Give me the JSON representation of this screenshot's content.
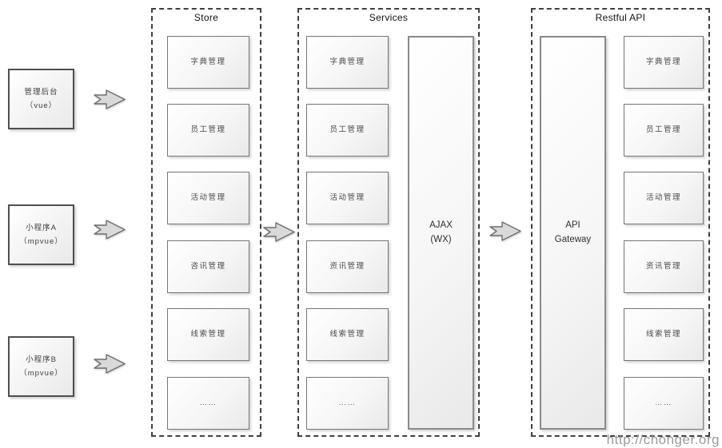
{
  "watermark": "http://chonger.org",
  "clients": [
    {
      "line1": "管理后台",
      "line2": "（vue）"
    },
    {
      "line1": "小程序A",
      "line2": "（mpvue）"
    },
    {
      "line1": "小程序B",
      "line2": "（mpvue）"
    }
  ],
  "columns": [
    {
      "title": "Store",
      "items": [
        "字典管理",
        "员工管理",
        "活动管理",
        "咨讯管理",
        "线索管理",
        "……"
      ]
    },
    {
      "title": "Services",
      "items": [
        "字典管理",
        "员工管理",
        "活动管理",
        "资讯管理",
        "线索管理",
        "……"
      ],
      "tall": {
        "line1": "AJAX",
        "line2": "(WX)"
      }
    },
    {
      "title": "Restful API",
      "items": [
        "字典管理",
        "员工管理",
        "活动管理",
        "资讯管理",
        "线索管理",
        "……"
      ],
      "tall": {
        "line1": "API",
        "line2": "Gateway"
      }
    }
  ],
  "colors": {
    "box_fill_top": "#ffffff",
    "box_fill_bottom": "#e9e9e9",
    "box_border": "#767676",
    "group_border": "#404040",
    "arrow_fill": "#d9d9d9",
    "arrow_stroke": "#6f6f6f",
    "watermark_text": "#9b9b9b"
  }
}
